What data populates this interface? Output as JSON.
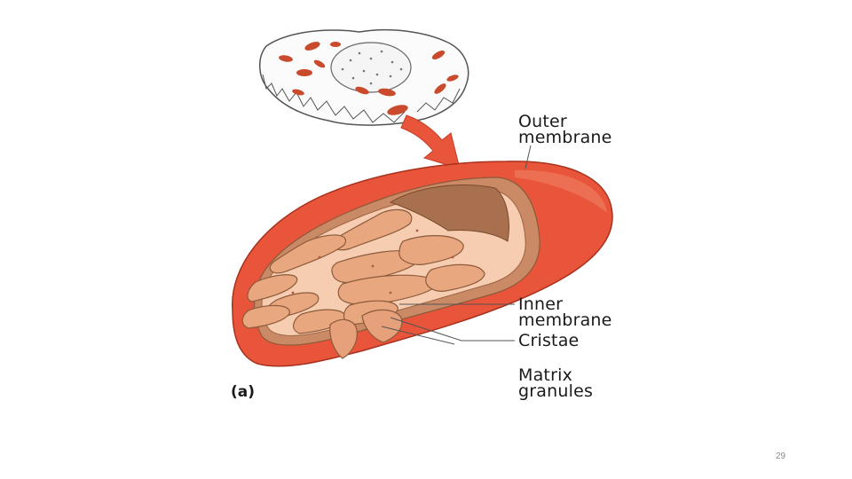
{
  "figure": {
    "panel_label": "(a)",
    "labels": {
      "outer_membrane": [
        "Outer",
        "membrane"
      ],
      "inner_membrane": [
        "Inner",
        "membrane"
      ],
      "cristae": [
        "Cristae"
      ],
      "matrix_granules": [
        "Matrix",
        "granules"
      ]
    },
    "icons": [
      "cell-icon",
      "nucleus-icon",
      "arrow-icon",
      "mitochondrion-icon"
    ],
    "colors": {
      "outer_membrane": "#e8553a",
      "inner_fill": "#f6cdb0",
      "cristae": "#e8a77e",
      "intermembrane": "#c98a65",
      "arrow": "#e8553a",
      "mito_in_cell": "#c94a2c"
    }
  },
  "slide": {
    "page_number": "29"
  }
}
